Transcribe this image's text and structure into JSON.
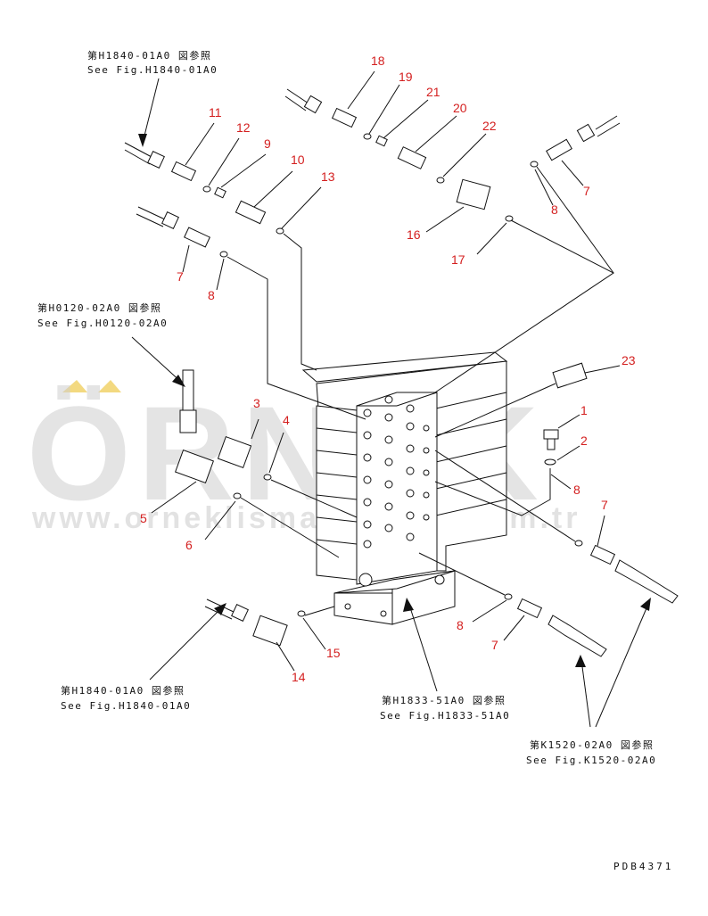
{
  "colors": {
    "number": "#d42020",
    "line": "#111111",
    "watermark": "#cfcfcf",
    "watermark_accent": "#f0d060"
  },
  "watermark": {
    "brand": "ÖRNEK",
    "url": "www.orneklismakinalari.com.tr"
  },
  "references": [
    {
      "id": "ref-h1840-top",
      "jp": "第H1840-01A0 図参照",
      "en": "See Fig.H1840-01A0"
    },
    {
      "id": "ref-h0120",
      "jp": "第H0120-02A0 図参照",
      "en": "See Fig.H0120-02A0"
    },
    {
      "id": "ref-h1840-bottom",
      "jp": "第H1840-01A0 図参照",
      "en": "See Fig.H1840-01A0"
    },
    {
      "id": "ref-h1833",
      "jp": "第H1833-51A0 図参照",
      "en": "See Fig.H1833-51A0"
    },
    {
      "id": "ref-k1520",
      "jp": "第K1520-02A0 図参照",
      "en": "See Fig.K1520-02A0"
    }
  ],
  "part_numbers": [
    "18",
    "19",
    "21",
    "20",
    "22",
    "11",
    "12",
    "9",
    "10",
    "13",
    "7",
    "8",
    "16",
    "17",
    "7",
    "8",
    "23",
    "1",
    "2",
    "3",
    "4",
    "8",
    "5",
    "6",
    "7",
    "8",
    "7",
    "14",
    "15"
  ],
  "drawing_code": "PDB4371"
}
